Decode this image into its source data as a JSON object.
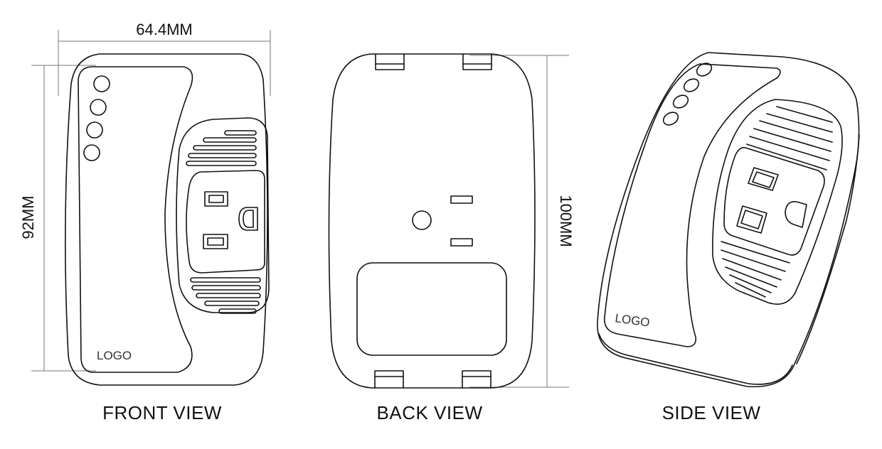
{
  "dimensions": {
    "width_label": "64.4MM",
    "height_front_label": "92MM",
    "height_back_label": "100MM"
  },
  "views": {
    "front": {
      "caption": "FRONT VIEW",
      "logo": "LOGO",
      "indicator_count": 4
    },
    "back": {
      "caption": "BACK VIEW"
    },
    "side": {
      "caption": "SIDE VIEW",
      "logo": "LOGO",
      "indicator_count": 4
    }
  },
  "colors": {
    "line": "#111111",
    "dimension_line": "#777777",
    "background": "#ffffff"
  }
}
